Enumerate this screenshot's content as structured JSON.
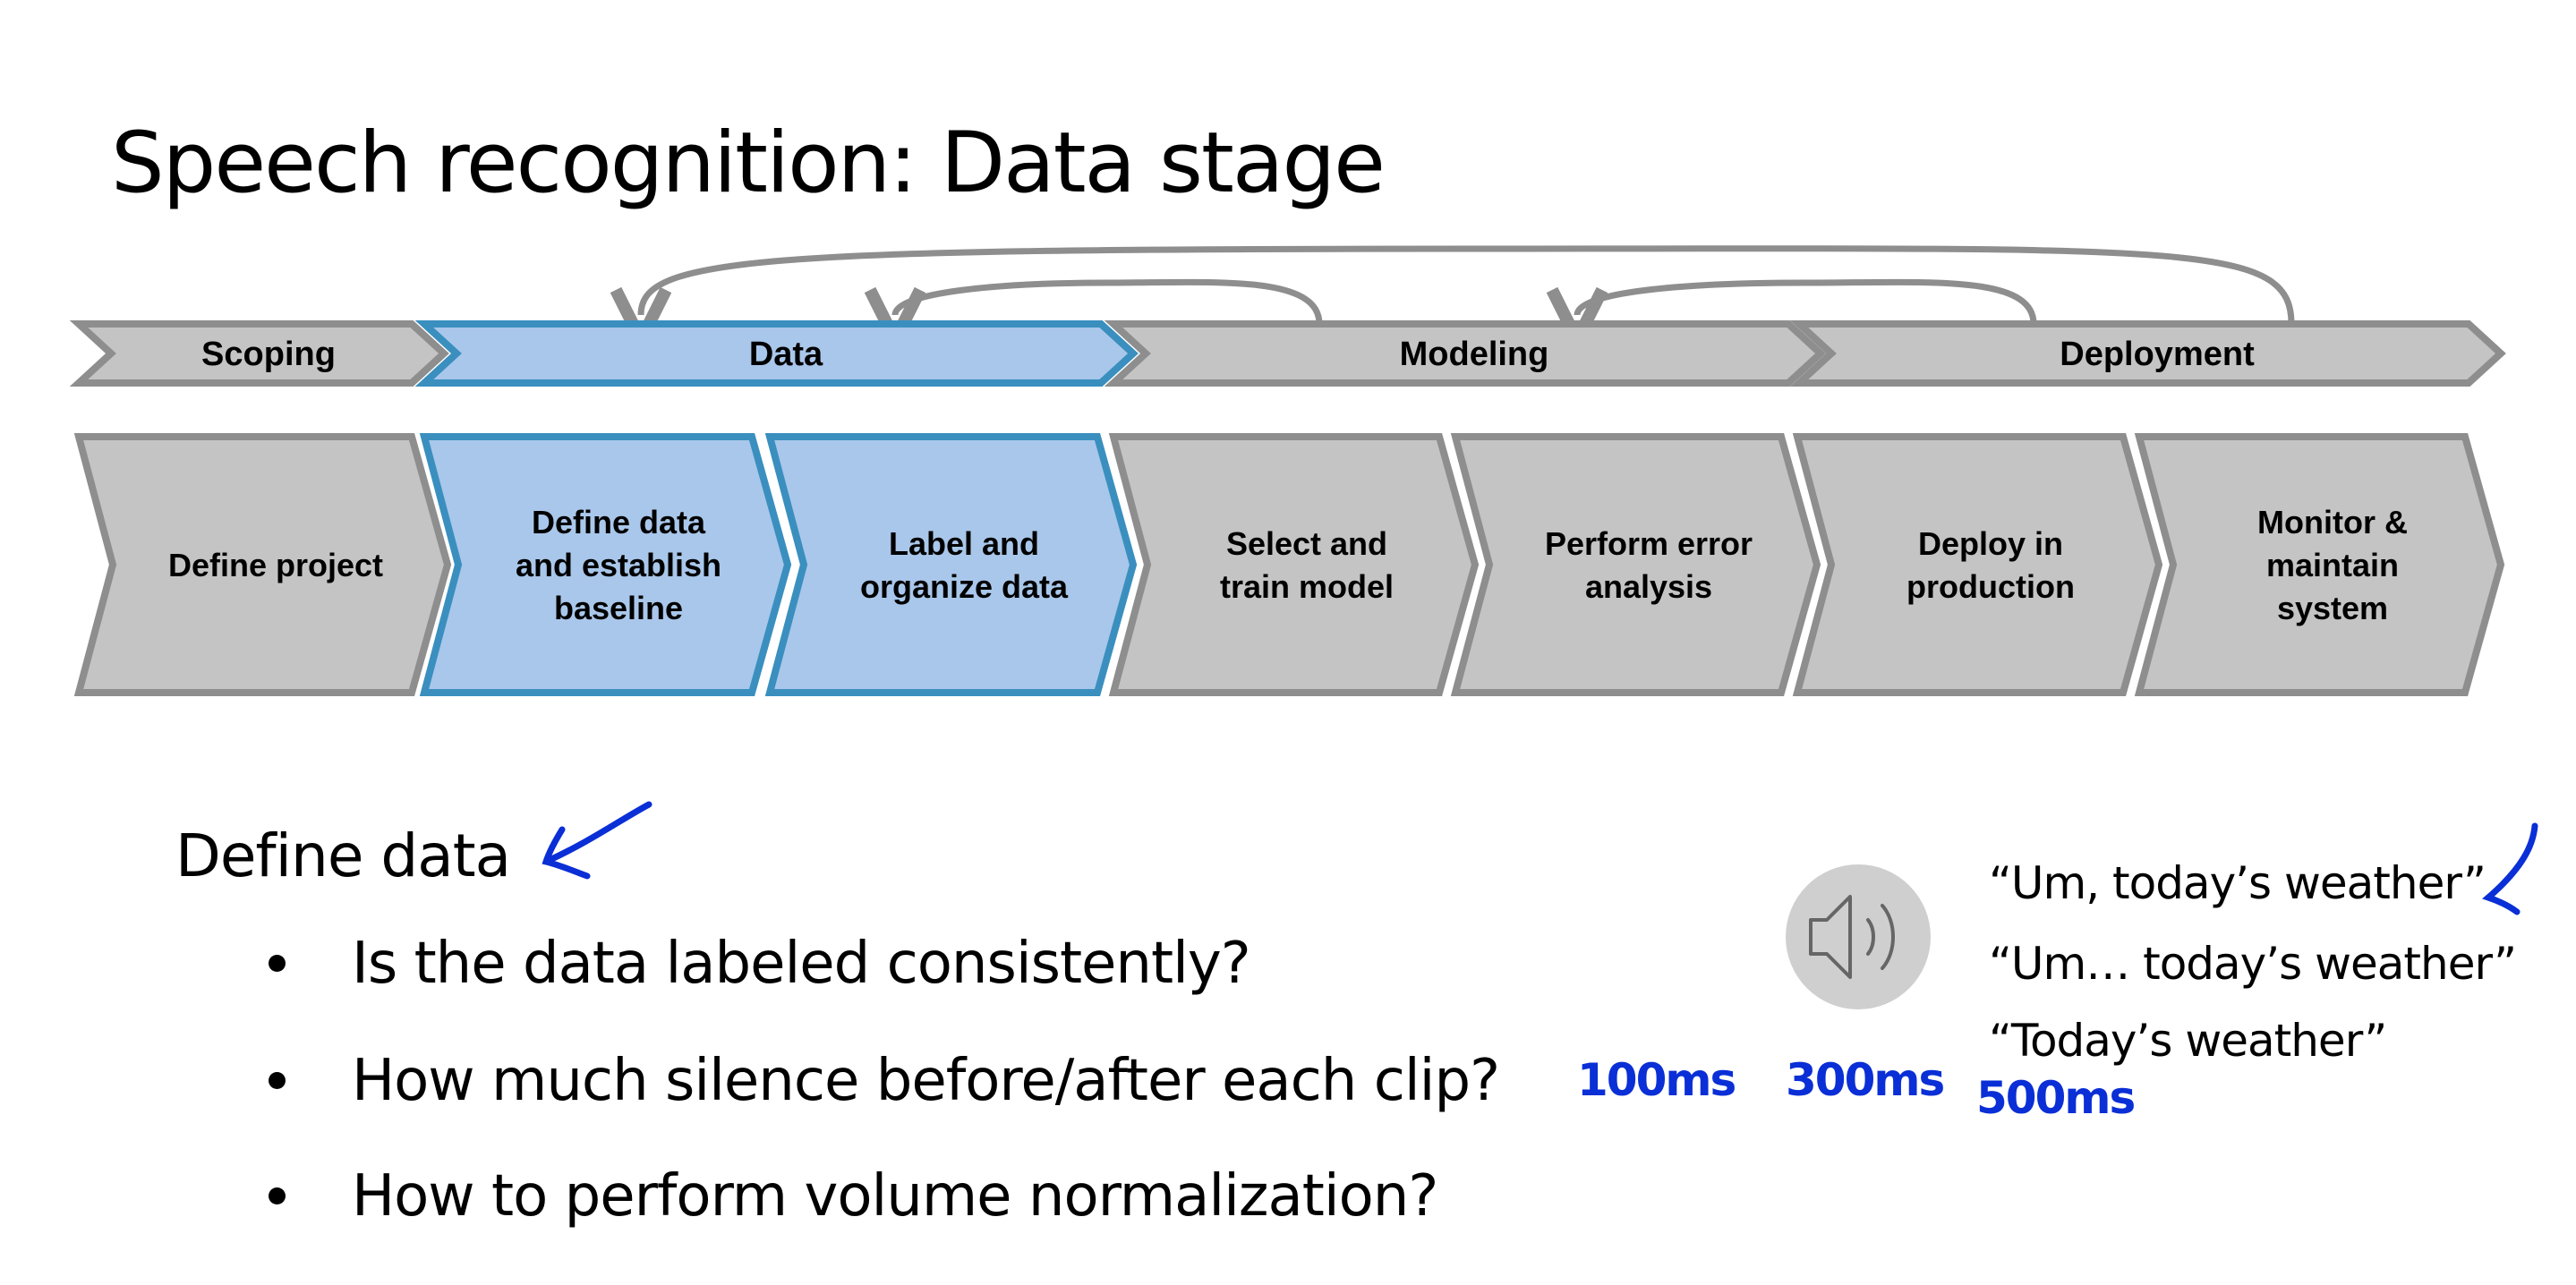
{
  "slide": {
    "title": "Speech recognition: Data stage",
    "phases": [
      {
        "label": "Scoping",
        "highlighted": false
      },
      {
        "label": "Data",
        "highlighted": true
      },
      {
        "label": "Modeling",
        "highlighted": false
      },
      {
        "label": "Deployment",
        "highlighted": false
      }
    ],
    "steps": [
      {
        "lines": [
          "Define project"
        ],
        "highlighted": false
      },
      {
        "lines": [
          "Define data",
          "and establish",
          "baseline"
        ],
        "highlighted": true
      },
      {
        "lines": [
          "Label and",
          "organize data"
        ],
        "highlighted": true
      },
      {
        "lines": [
          "Select and",
          "train model"
        ],
        "highlighted": false
      },
      {
        "lines": [
          "Perform error",
          "analysis"
        ],
        "highlighted": false
      },
      {
        "lines": [
          "Deploy in",
          "production"
        ],
        "highlighted": false
      },
      {
        "lines": [
          "Monitor &",
          "maintain",
          "system"
        ],
        "highlighted": false
      }
    ],
    "feedback_arrows": [
      {
        "from": "Deployment",
        "to": "Data"
      },
      {
        "from": "Modeling",
        "to": "Data"
      },
      {
        "from": "Deployment",
        "to": "Modeling"
      }
    ],
    "section_heading": "Define data",
    "bullets": [
      "Is the data labeled consistently?",
      "How much silence before/after each clip?",
      "How to perform volume normalization?"
    ],
    "audio_icon": "speaker-icon",
    "transcripts": [
      "“Um, today’s weather”",
      "“Um… today’s weather”",
      "“Today’s weather”"
    ],
    "annotations": {
      "silence_durations": [
        "100ms",
        "300ms",
        "500ms"
      ],
      "ink_color": "#0a2fd6"
    },
    "colors": {
      "gray_fill": "#c4c4c4",
      "gray_border": "#8e8e8e",
      "blue_fill": "#a9c7ea",
      "blue_border": "#3a8fbf",
      "arrow": "#8e8e8e"
    }
  }
}
